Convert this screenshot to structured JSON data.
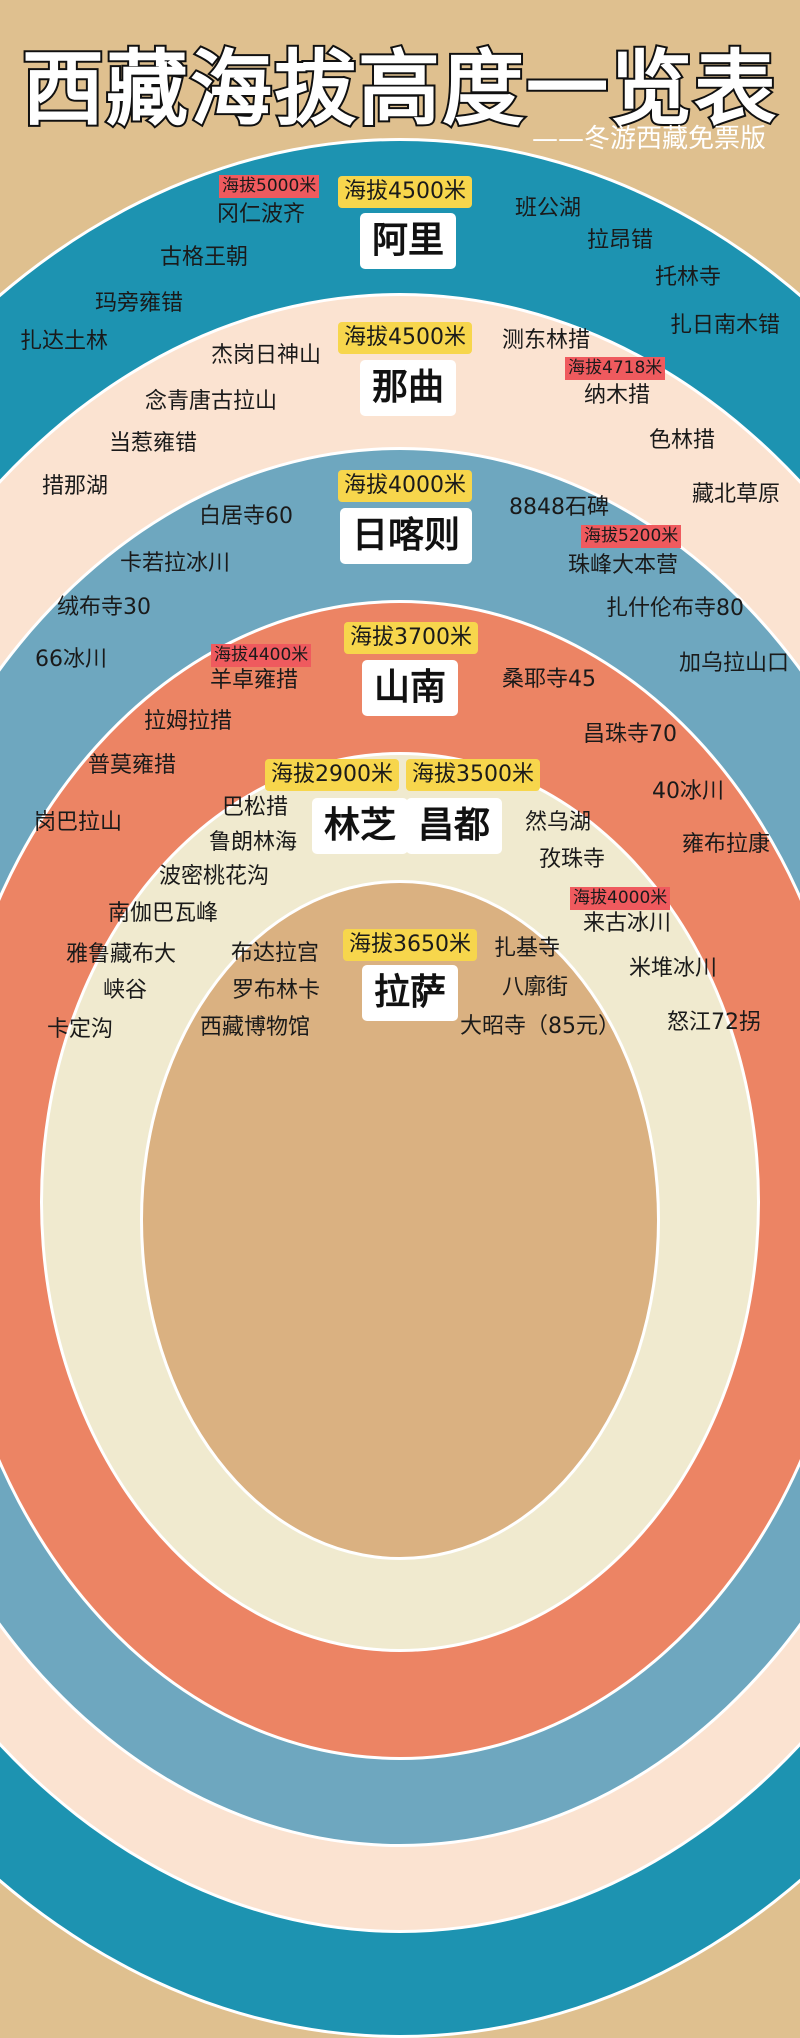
{
  "header": {
    "title": "西藏海拔高度一览表",
    "subtitle": "——冬游西藏免票版"
  },
  "colors": {
    "background": "#dfc08f",
    "ali_band": "#1d93b1",
    "naqu_band": "#fbe3d1",
    "rikaze_band": "#6ea7bf",
    "shannan_band": "#ec8464",
    "linzhi_changdu_band": "#f0eacf",
    "lasa_band": "#dab181",
    "altitude_tag": "#f7d64c",
    "spot_altitude_tag": "#ef5a5e"
  },
  "regions": {
    "ali": {
      "name": "阿里",
      "altitude": "海拔4500米",
      "spots": [
        "冈仁波齐",
        "古格王朝",
        "玛旁雍错",
        "扎达土林",
        "班公湖",
        "拉昂错",
        "托林寺",
        "扎日南木错"
      ],
      "spot_altitude": "海拔5000米"
    },
    "naqu": {
      "name": "那曲",
      "altitude": "海拔4500米",
      "spots": [
        "杰岗日神山",
        "念青唐古拉山",
        "当惹雍错",
        "措那湖",
        "测东林措",
        "纳木措",
        "色林措",
        "藏北草原"
      ],
      "spot_altitude": "海拔4718米"
    },
    "rikaze": {
      "name": "日喀则",
      "altitude": "海拔4000米",
      "spots": [
        "白居寺60",
        "卡若拉冰川",
        "绒布寺30",
        "66冰川",
        "8848石碑",
        "珠峰大本营",
        "扎什伦布寺80",
        "加乌拉山口"
      ],
      "spot_altitude": "海拔5200米"
    },
    "shannan": {
      "name": "山南",
      "altitude": "海拔3700米",
      "spots": [
        "羊卓雍措",
        "拉姆拉措",
        "普莫雍措",
        "岗巴拉山",
        "桑耶寺45",
        "昌珠寺70",
        "40冰川",
        "雍布拉康"
      ],
      "spot_altitude": "海拔4400米"
    },
    "linzhi": {
      "name": "林芝",
      "altitude": "海拔2900米",
      "spots": [
        "巴松措",
        "鲁朗林海",
        "波密桃花沟",
        "南伽巴瓦峰",
        "雅鲁藏布大",
        "峡谷",
        "卡定沟"
      ]
    },
    "changdu": {
      "name": "昌都",
      "altitude": "海拔3500米",
      "spots": [
        "然乌湖",
        "孜珠寺",
        "来古冰川",
        "米堆冰川",
        "怒江72拐"
      ],
      "spot_altitude": "海拔4000米"
    },
    "lasa": {
      "name": "拉萨",
      "altitude": "海拔3650米",
      "spots": [
        "布达拉宫",
        "罗布林卡",
        "西藏博物馆",
        "扎基寺",
        "八廓街",
        "大昭寺（85元）"
      ]
    }
  }
}
